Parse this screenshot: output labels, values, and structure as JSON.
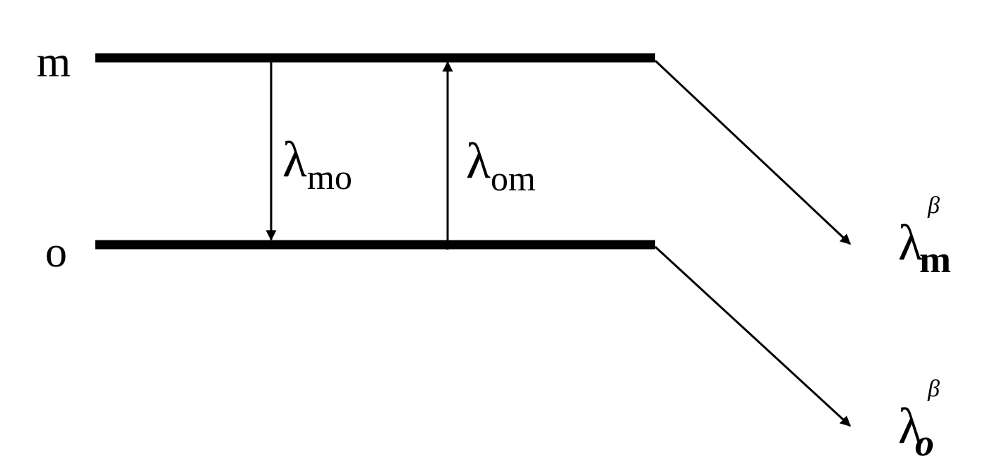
{
  "levels": {
    "upper": {
      "label": "m"
    },
    "lower": {
      "label": "o"
    }
  },
  "transitions": {
    "down": {
      "symbol": "λ",
      "subscript": "mo"
    },
    "up": {
      "symbol": "λ",
      "subscript": "om"
    }
  },
  "decays": {
    "upper": {
      "symbol": "λ",
      "subscript": "m",
      "superscript": "β"
    },
    "lower": {
      "symbol": "λ",
      "subscript": "o",
      "superscript": "β"
    }
  },
  "colors": {
    "ink": "#000000",
    "background": "#ffffff"
  }
}
